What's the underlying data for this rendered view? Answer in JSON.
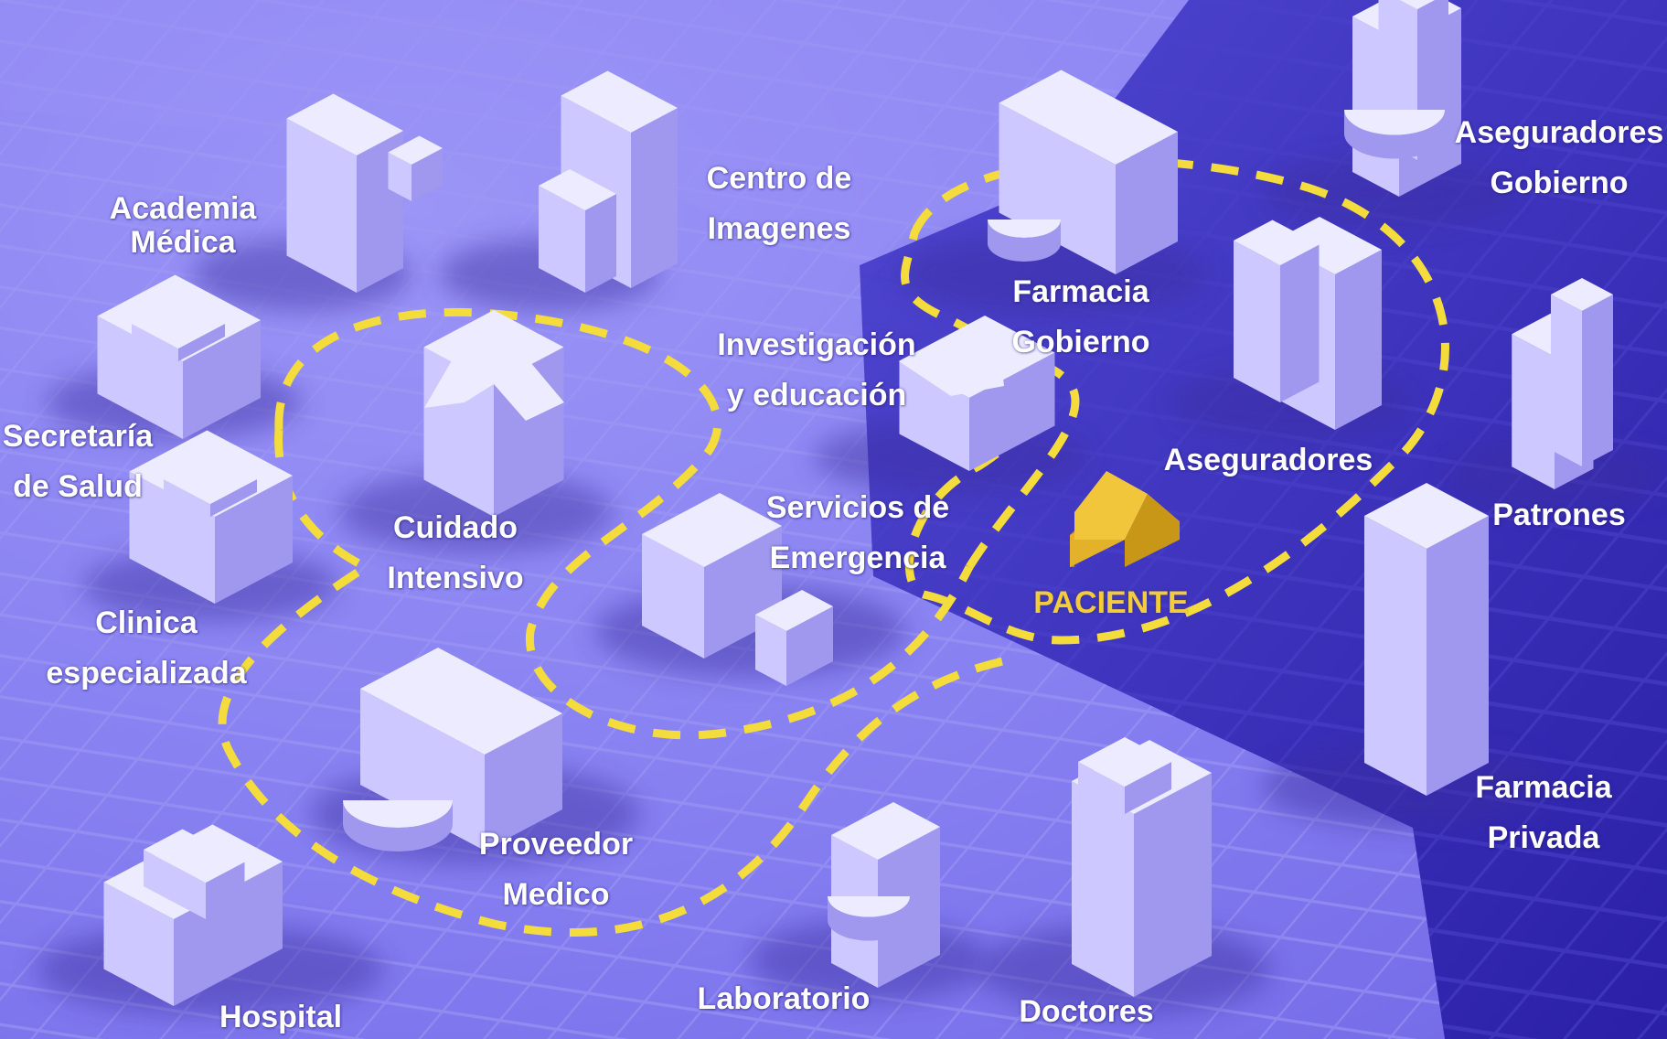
{
  "colors": {
    "background_light": "#8a82f2",
    "background_dark": "#3b2fb8",
    "building_top": "#ecebff",
    "building_left": "#cdc8ff",
    "building_right": "#9f98ee",
    "dashed_path": "#f4dc3c",
    "patient": "#f2c63a",
    "label_text": "#ffffff"
  },
  "labels": {
    "academia": [
      "Academia",
      "Médica"
    ],
    "centro_imagenes": [
      "Centro de",
      "Imagenes"
    ],
    "farmacia_gobierno": [
      "Farmacia",
      "Gobierno"
    ],
    "aseguradores_gobierno": [
      "Aseguradores",
      "Gobierno"
    ],
    "secretaria": [
      "Secretaría",
      "de Salud"
    ],
    "investigacion": [
      "Investigación",
      "y educación"
    ],
    "aseguradores": [
      "Aseguradores"
    ],
    "patrones": [
      "Patrones"
    ],
    "cuidado_intensivo": [
      "Cuidado",
      "Intensivo"
    ],
    "servicios_emergencia": [
      "Servicios de",
      "Emergencia"
    ],
    "paciente": [
      "PACIENTE"
    ],
    "clinica": [
      "Clinica",
      "especializada"
    ],
    "farmacia_privada": [
      "Farmacia",
      "Privada"
    ],
    "proveedor": [
      "Proveedor",
      "Medico"
    ],
    "hospital": [
      "Hospital"
    ],
    "laboratorio": [
      "Laboratorio"
    ],
    "doctores": [
      "Doctores"
    ]
  }
}
